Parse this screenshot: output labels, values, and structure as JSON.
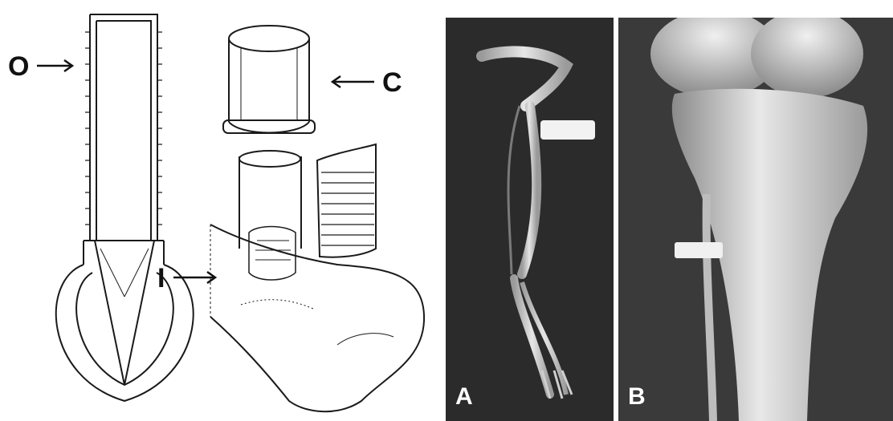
{
  "drawing": {
    "outer_label": "O",
    "cap_label": "C",
    "implant_label": "I"
  },
  "xray_panels": [
    {
      "label": "A"
    },
    {
      "label": "B"
    }
  ],
  "colors": {
    "line_art": "#1a1a1a",
    "xray_background": "#2b2b2b",
    "bone": "#e6e6e6"
  }
}
